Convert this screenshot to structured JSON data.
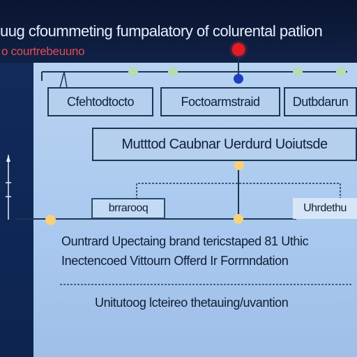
{
  "header": {
    "title": "uug cfoummeting fumpalatory of colurental patlion",
    "subtitle": "o courtrebeuuno"
  },
  "diagram": {
    "top_boxes": [
      "Cfehtodtocto",
      "Foctoarmstraid",
      "Dutbdarun"
    ],
    "middle_box": "Mutttod Caubnar Uerdurd Uoiutsde",
    "left_small_box": "brrarooq",
    "right_label": "Uhrdethu",
    "body_lines": [
      "Ountrard Upectaing brand tericstaped 81 Uthic",
      "Inectencoed Vittourn Offerd Ir Forrnndation"
    ],
    "footer_line": "Unitutoog lcteireo thetauing/uvantion"
  },
  "colors": {
    "accent_red": "#e41b24",
    "node_green": "#b7dbb5",
    "node_amber": "#f7d27a",
    "node_blue": "#1e3fbf",
    "line": "#1d3550"
  }
}
